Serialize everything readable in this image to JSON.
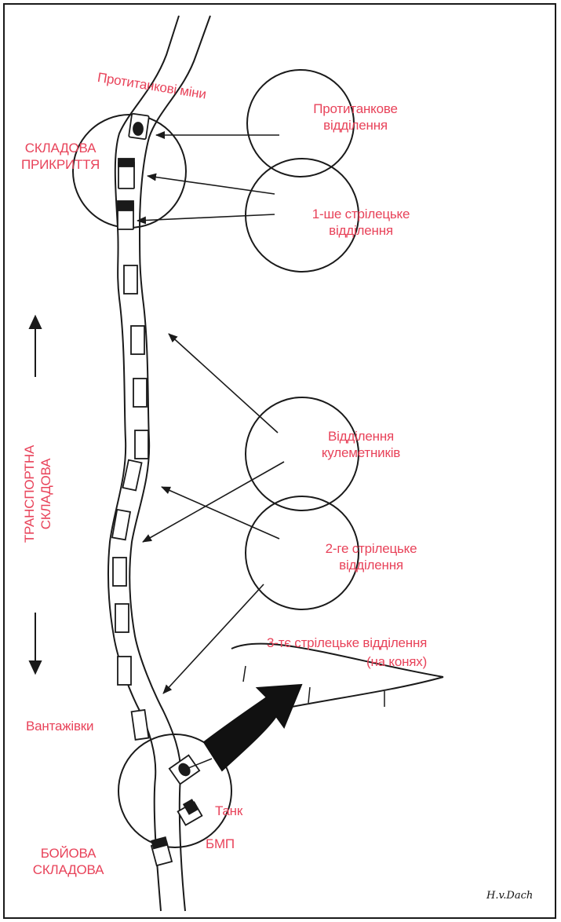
{
  "labels": {
    "antitank_mines": "Протитанкові міни",
    "cover_component_1": "СКЛАДОВА",
    "cover_component_2": "ПРИКРИТТЯ",
    "antitank_section_1": "Протитанкове",
    "antitank_section_2": "відділення",
    "rifle_section_1_a": "1-ше стрілецьке",
    "rifle_section_1_b": "відділення",
    "transport_component_1": "ТРАНСПОРТНА",
    "transport_component_2": "СКЛАДОВА",
    "machinegun_section_1": "Відділення",
    "machinegun_section_2": "кулеметників",
    "rifle_section_2_a": "2-ге стрілецьке",
    "rifle_section_2_b": "відділення",
    "rifle_section_3_a": "3-тє стрілецьке відділення",
    "rifle_section_3_b": "(на конях)",
    "trucks": "Вантажівки",
    "tank": "Танк",
    "ifv": "БМП",
    "combat_component_1": "БОЙОВА",
    "combat_component_2": "СКЛАДОВА",
    "signature": "H.v.Dach"
  },
  "colors": {
    "label_red": "#e8435a",
    "ink": "#1a1a1a"
  }
}
